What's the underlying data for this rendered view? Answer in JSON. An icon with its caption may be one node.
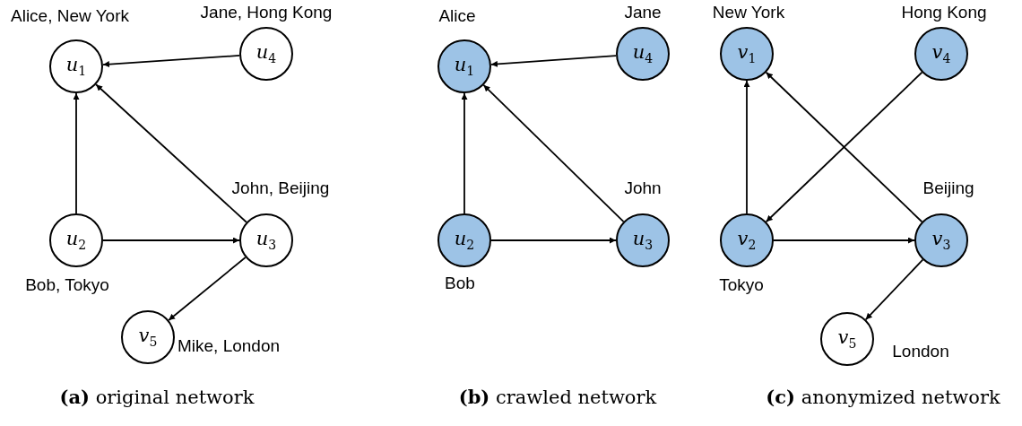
{
  "diagram": {
    "nodes": [
      {
        "text": [
          "*u*$_{1}$"
        ],
        "beside": [
          "Alice, New York"
        ]
      },
      {
        "text": [
          "*u*$_{4}$"
        ],
        "beside": [
          "Jane, Hong Kong"
        ]
      },
      {
        "text": [
          "*u*$_{2}$"
        ],
        "beside": [
          "Bob, Tokyo"
        ]
      },
      {
        "text": [
          "*u*$_{3}$"
        ],
        "beside": [
          "John, Beijing"
        ]
      },
      {
        "text": [
          "*v*$_{5}$"
        ],
        "beside": [
          "Mike, London"
        ]
      },
      {
        "text": [
          "*u*$_{1}$"
        ],
        "beside": [
          "Alice"
        ]
      },
      {
        "text": [
          "*u*$_{4}$"
        ],
        "beside": [
          "Jane"
        ]
      },
      {
        "text": [
          "*u*$_{2}$"
        ],
        "beside": [
          "Bob"
        ]
      },
      {
        "text": [
          "*u*$_{3}$"
        ],
        "beside": [
          "John"
        ]
      },
      {
        "text": [
          "*v*$_{1}$"
        ],
        "beside": [
          "New York"
        ]
      },
      {
        "text": [
          "*v*$_{4}$"
        ],
        "beside": [
          "Hong Kong"
        ]
      },
      {
        "text": [
          "*v*$_{2}$"
        ],
        "beside": [
          "Tokyo"
        ]
      },
      {
        "text": [
          "*v*$_{3}$"
        ],
        "beside": [
          "Beijing"
        ]
      },
      {
        "text": [
          "*v*$_{5}$"
        ],
        "beside": [
          "London"
        ]
      }
    ],
    "edges": [
      {
        "from": 1,
        "to": 0,
        "arrow": "to"
      },
      {
        "from": 2,
        "to": 0,
        "arrow": "to"
      },
      {
        "from": 3,
        "to": 0,
        "arrow": "to"
      },
      {
        "from": 2,
        "to": 3,
        "arrow": "to"
      },
      {
        "from": 3,
        "to": 4,
        "arrow": "to"
      },
      {
        "from": 6,
        "to": 5,
        "arrow": "to"
      },
      {
        "from": 7,
        "to": 5,
        "arrow": "to"
      },
      {
        "from": 8,
        "to": 5,
        "arrow": "to"
      },
      {
        "from": 7,
        "to": 8,
        "arrow": "to"
      },
      {
        "from": 11,
        "to": 9,
        "arrow": "to"
      },
      {
        "from": 12,
        "to": 9,
        "arrow": "to"
      },
      {
        "from": 10,
        "to": 11,
        "arrow": "to"
      },
      {
        "from": 11,
        "to": 12,
        "arrow": "to"
      },
      {
        "from": 12,
        "to": 13,
        "arrow": "to"
      }
    ],
    "labels": [
      "**(a)** original network",
      "**(b)** crawled network",
      "**(c)** anonymized network"
    ]
  }
}
